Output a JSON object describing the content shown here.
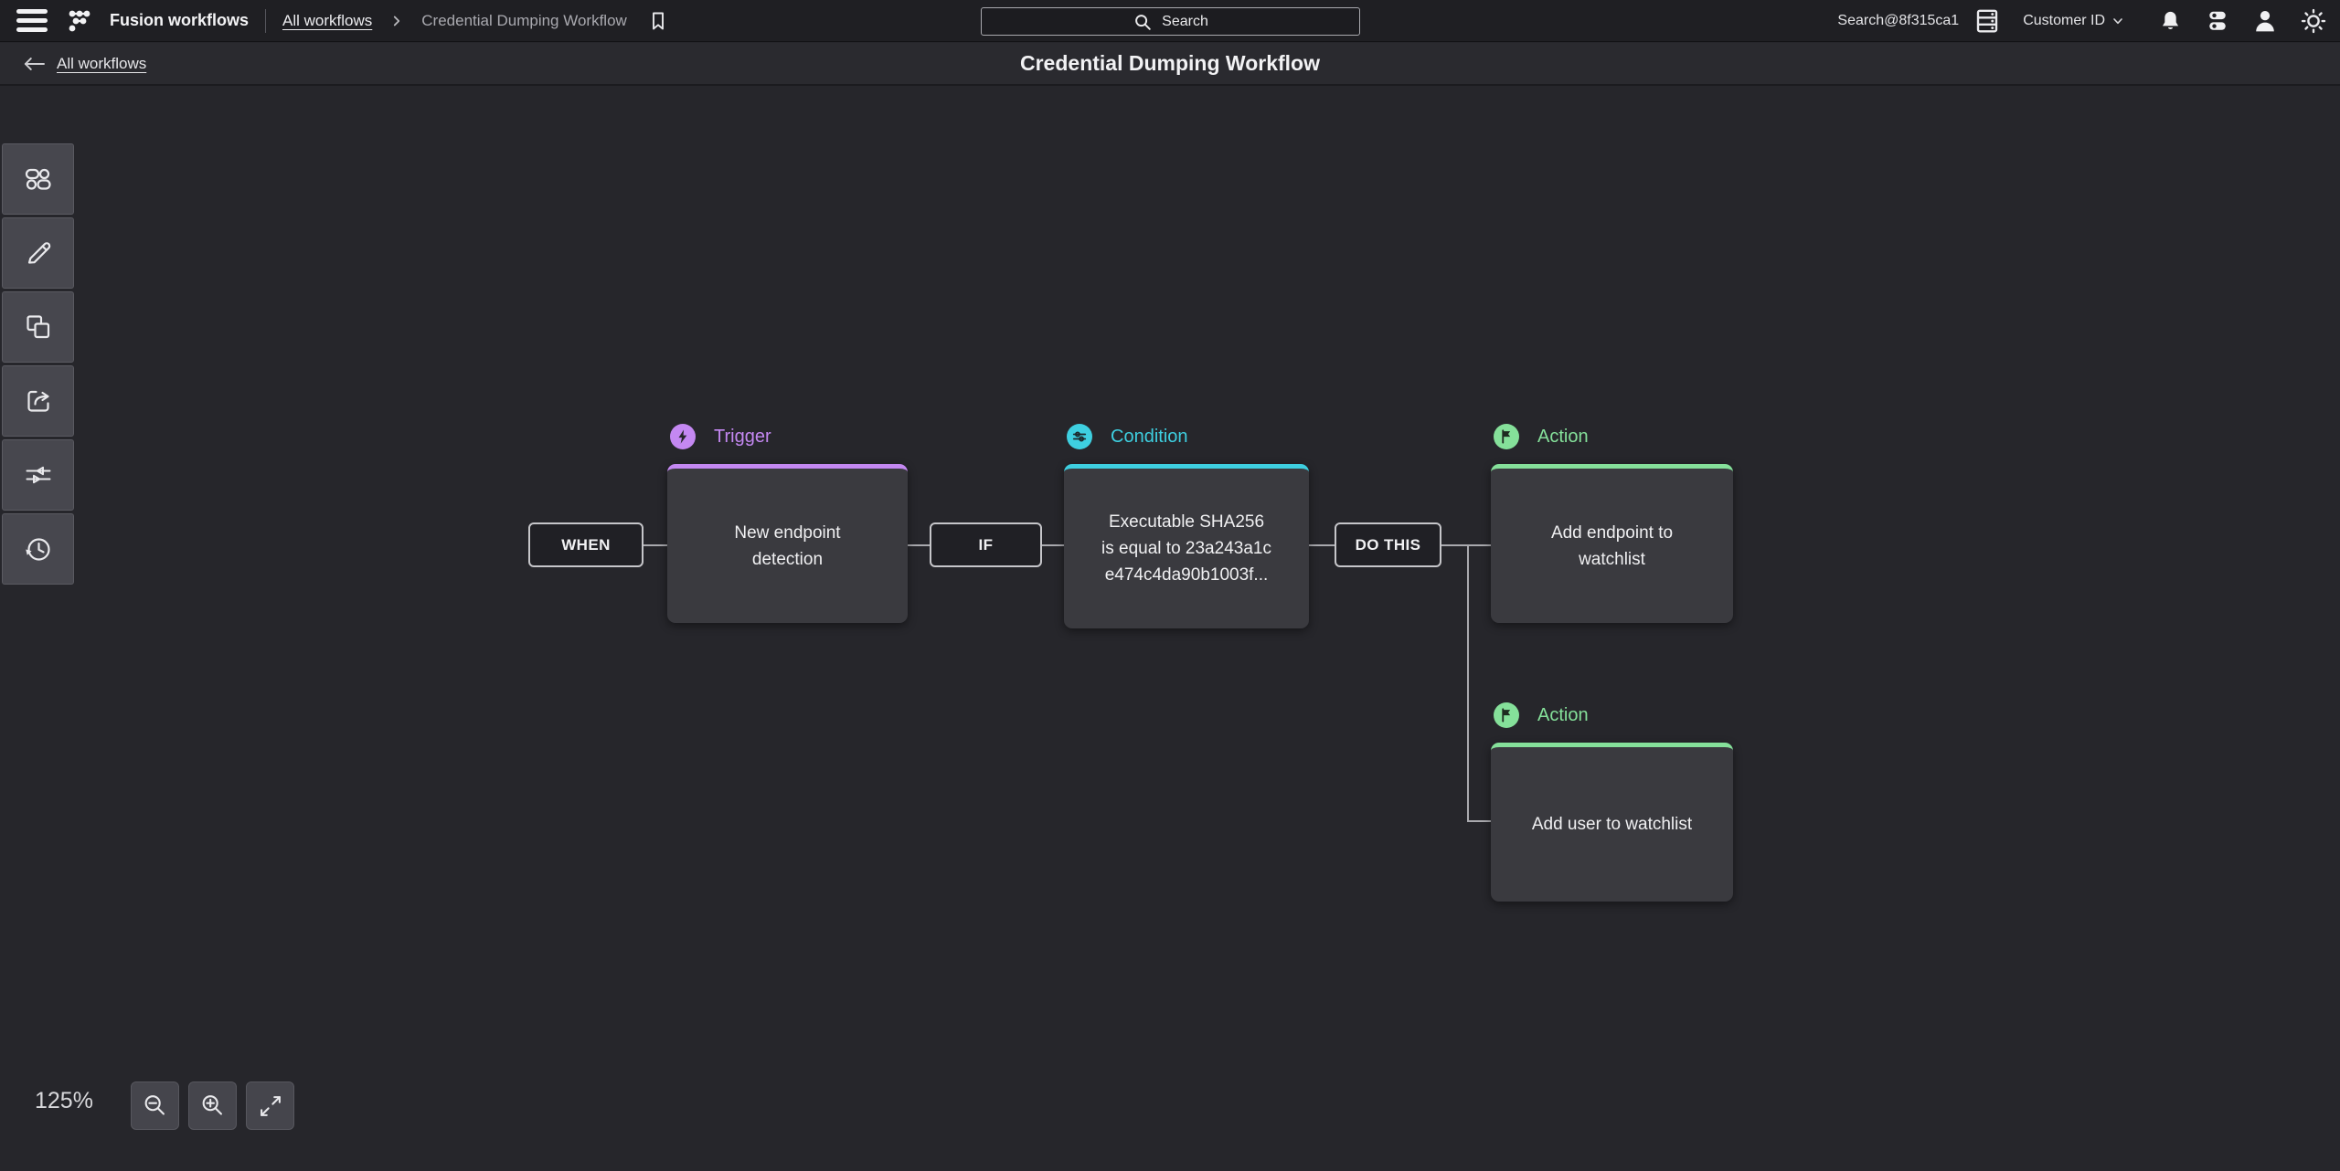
{
  "topbar": {
    "app_title": "Fusion workflows",
    "breadcrumb_parent": "All workflows",
    "breadcrumb_current": "Credential Dumping Workflow",
    "search_placeholder": "Search",
    "account_label": "Search@8f315ca1",
    "customer_label": "Customer ID",
    "icons": [
      "hamburger-icon",
      "fusion-logo-icon",
      "bookmark-icon",
      "search-icon",
      "host-icon",
      "chevron-down-icon",
      "bell-icon",
      "stack-icon",
      "user-icon",
      "theme-sun-icon"
    ]
  },
  "subheader": {
    "back_label": "All workflows",
    "title": "Credential Dumping Workflow"
  },
  "sidebar": {
    "tools": [
      "nodes-icon",
      "pencil-icon",
      "copy-icon",
      "export-icon",
      "pipeline-icon",
      "history-icon"
    ]
  },
  "workflow": {
    "keywords": {
      "when": "WHEN",
      "if": "IF",
      "do_this": "DO THIS"
    },
    "nodes": [
      {
        "type": "Trigger",
        "color": "#c488f2",
        "lines": [
          "New endpoint",
          "detection"
        ]
      },
      {
        "type": "Condition",
        "color": "#3ecfe0",
        "lines": [
          "Executable SHA256",
          "is equal to 23a243a1c",
          "e474c4da90b1003f..."
        ]
      },
      {
        "type": "Action",
        "color": "#85e09a",
        "lines": [
          "Add endpoint to",
          "watchlist"
        ]
      },
      {
        "type": "Action",
        "color": "#85e09a",
        "lines": [
          "Add user to watchlist"
        ]
      }
    ]
  },
  "controls": {
    "zoom_level": "125%"
  }
}
